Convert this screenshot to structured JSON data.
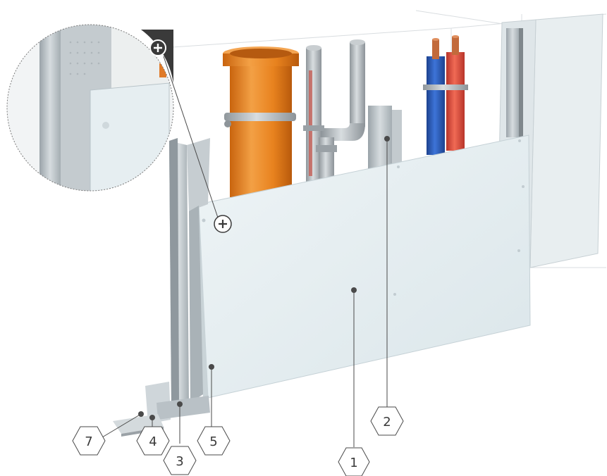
{
  "diagram": {
    "zoom_icon": "plus-icon",
    "callouts": [
      {
        "id": "1"
      },
      {
        "id": "2"
      },
      {
        "id": "3"
      },
      {
        "id": "4"
      },
      {
        "id": "5"
      },
      {
        "id": "7"
      }
    ]
  },
  "colors": {
    "board": "#e4eef2",
    "stud": "#b8c2c8",
    "pipe_orange": "#e8821e",
    "pipe_blue": "#2a5cc0",
    "pipe_red": "#e04a3a",
    "steel": "#aeb4b8",
    "leader": "#4a4a4a"
  }
}
